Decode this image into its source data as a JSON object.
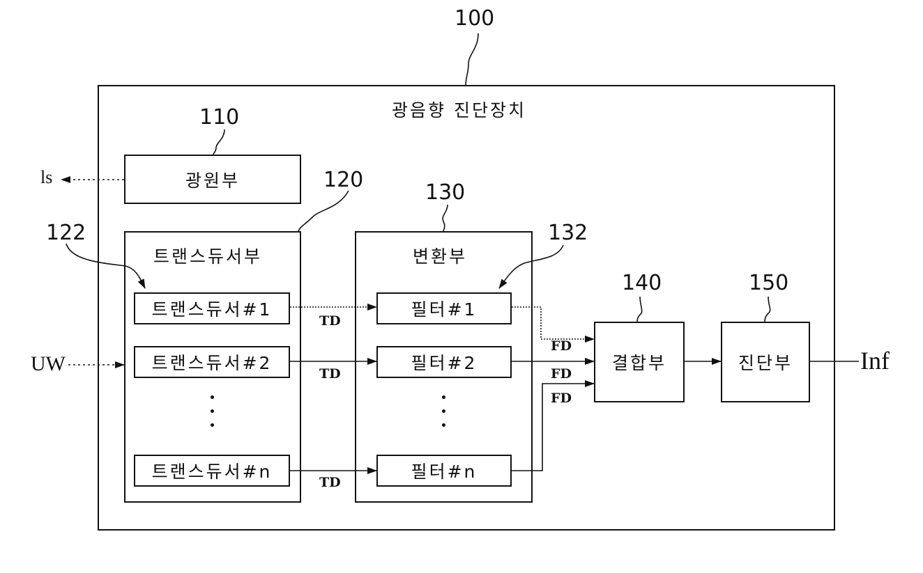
{
  "device": {
    "ref": "100",
    "title": "광음향 진단장치"
  },
  "light_source": {
    "ref": "110",
    "label": "광원부",
    "output": "ls"
  },
  "transducer_unit": {
    "ref": "120",
    "title": "트랜스듀서부",
    "item_ref": "122",
    "items": [
      "트랜스듀서#1",
      "트랜스듀서#2",
      "트랜스듀서#n"
    ]
  },
  "conversion_unit": {
    "ref": "130",
    "title": "변환부",
    "item_ref": "132",
    "items": [
      "필터#1",
      "필터#2",
      "필터#n"
    ]
  },
  "combiner": {
    "ref": "140",
    "label": "결합부"
  },
  "diagnosis": {
    "ref": "150",
    "label": "진단부"
  },
  "signals": {
    "input": "UW",
    "output": "Inf",
    "td": [
      "TD",
      "TD",
      "TD"
    ],
    "fd": [
      "FD",
      "FD",
      "FD"
    ]
  },
  "colors": {
    "line": "#111111",
    "background": "#ffffff"
  }
}
